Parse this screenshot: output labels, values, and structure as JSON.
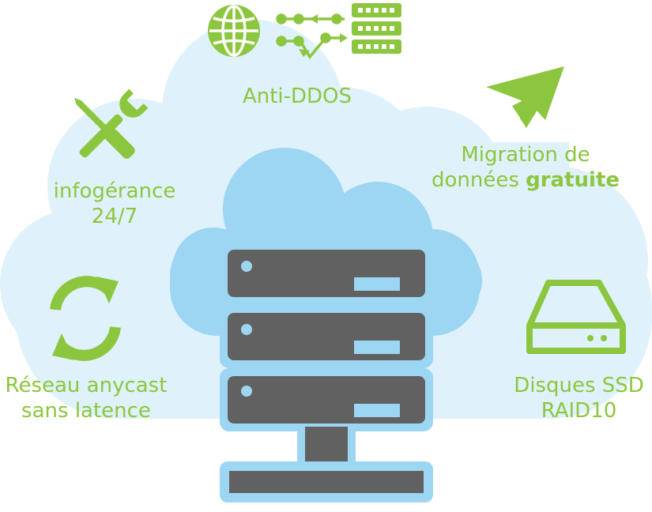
{
  "features": {
    "ddos": {
      "line1": "Anti-DDOS"
    },
    "infogerance": {
      "line1": "infogérance",
      "line2": "24/7"
    },
    "migration": {
      "line1": "Migration de",
      "line2_plain": "données ",
      "line2_bold": "gratuite"
    },
    "anycast": {
      "line1": "Réseau anycast",
      "line2": "sans latence"
    },
    "ssd": {
      "line1": "Disques SSD",
      "line2": "RAID10"
    }
  },
  "colors": {
    "green": "#8cc63e",
    "cloud_pale": "#dff1fa",
    "cloud_blue": "#9cd6f2",
    "server_gray": "#616161",
    "server_light": "#9cd6f2"
  },
  "icons": [
    "globe-icon",
    "network-arrows-icon",
    "server-rack-icon",
    "wrench-screwdriver-icon",
    "paper-plane-icon",
    "sync-arrows-icon",
    "hard-drive-icon",
    "cloud-server-icon"
  ]
}
